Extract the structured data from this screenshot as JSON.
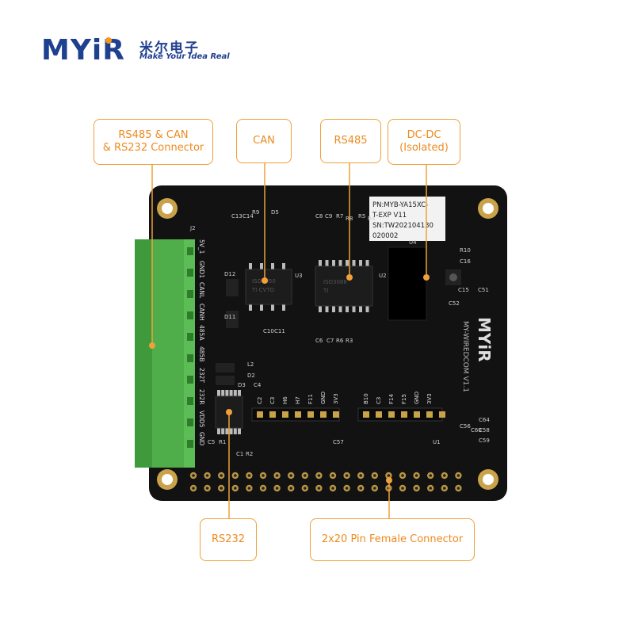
{
  "brand": {
    "logo_text": "MYiR",
    "logo_chinese": "米尔电子",
    "tagline": "Make Your Idea Real"
  },
  "callouts": {
    "rs485_can_rs232": [
      "RS485 & CAN",
      "& RS232 Connector"
    ],
    "can": "CAN",
    "rs485": "RS485",
    "dcdc": [
      "DC-DC",
      "(Isolated)"
    ],
    "rs232": "RS232",
    "pin_header": "2x20 Pin Female Connector"
  },
  "board": {
    "sticker": [
      "PN:MYB-YA15XC-",
      "T-EXP V11",
      "SN:TW202104130",
      "020002"
    ],
    "silk_brand": "MYiR",
    "silk_name": "MY-WIREDCOM V1.1",
    "terminal_labels": [
      "5V_1",
      "GND1",
      "CANL",
      "CANH",
      "485A",
      "485B",
      "232T",
      "232R",
      "VDD5",
      "GND"
    ],
    "left_header_labels": [
      "C2",
      "C3",
      "H6",
      "H7",
      "F11",
      "GND",
      "3V3"
    ],
    "right_header_labels": [
      "B10",
      "C3",
      "F14",
      "F15",
      "GND",
      "3V3"
    ],
    "ref_designators": [
      "J2",
      "C13",
      "C14",
      "R9",
      "D5",
      "C8",
      "C9",
      "R7",
      "R8",
      "R5",
      "R4",
      "D12",
      "D11",
      "U3",
      "U2",
      "U4",
      "C10",
      "C11",
      "C6",
      "C7",
      "R6",
      "R3",
      "R10",
      "C16",
      "C15",
      "C51",
      "C52",
      "L2",
      "D2",
      "D3",
      "C4",
      "C5",
      "R1",
      "R2",
      "C1",
      "U1",
      "C57",
      "C58",
      "C59",
      "C60",
      "C64",
      "C56"
    ],
    "chip_u3": [
      "TI CVTO",
      "ISO1050"
    ],
    "chip_u2": [
      "ISO3086",
      "TI"
    ]
  },
  "colors": {
    "accent": "#f0a03a",
    "callout_text": "#ed8a1f",
    "brand_blue": "#1f3f8f",
    "pcb": "#121212",
    "terminal_green": "#4fae49"
  }
}
